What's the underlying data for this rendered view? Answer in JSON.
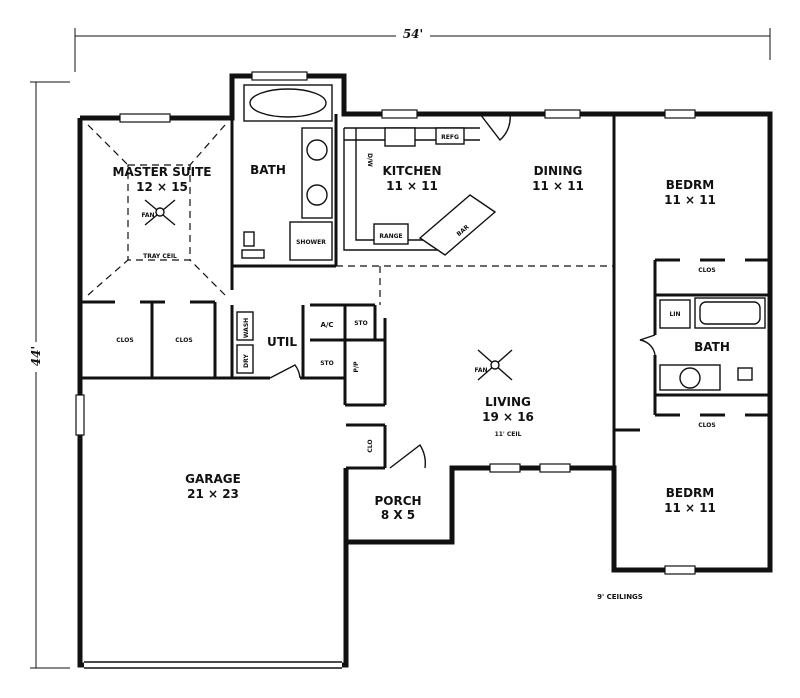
{
  "dimensions": {
    "width_label": "54'",
    "depth_label": "44'"
  },
  "rooms": {
    "master_suite": {
      "name": "MASTER SUITE",
      "size": "12 × 15",
      "fan": "FAN",
      "ceiling": "TRAY CEIL"
    },
    "bath_master": {
      "name": "BATH",
      "shower": "SHOWER"
    },
    "kitchen": {
      "name": "KITCHEN",
      "size": "11 × 11",
      "refrigerator": "REFG",
      "range": "RANGE",
      "bar": "BAR",
      "dishwasher": "D/W"
    },
    "dining": {
      "name": "DINING",
      "size": "11 × 11"
    },
    "bedroom_top": {
      "name": "BEDRM",
      "size": "11 × 11",
      "closet": "CLOS"
    },
    "closets_master": {
      "closet_1": "CLOS",
      "closet_2": "CLOS"
    },
    "util": {
      "name": "UTIL",
      "washer": "WASH",
      "dryer": "DRY",
      "ac": "A/C",
      "storage_1": "STO",
      "storage_2": "STO",
      "pantry": "P/P"
    },
    "living": {
      "name": "LIVING",
      "size": "19 × 16",
      "ceiling": "11' CEIL",
      "fan": "FAN"
    },
    "bath_hall": {
      "name": "BATH",
      "linen": "LIN"
    },
    "bedroom_bottom": {
      "name": "BEDRM",
      "size": "11 × 11",
      "closet": "CLOS"
    },
    "garage": {
      "name": "GARAGE",
      "size": "21 × 23"
    },
    "porch": {
      "name": "PORCH",
      "size": "8 X 5",
      "closet": "CLO"
    }
  },
  "notes": {
    "ceilings": "9' CEILINGS"
  }
}
